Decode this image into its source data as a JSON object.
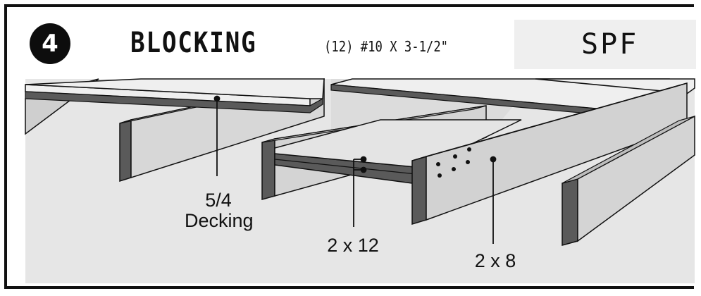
{
  "step": {
    "number": "4",
    "title": "BLOCKING",
    "fastener": "(12) #10 X 3-1/2\""
  },
  "material": "SPF",
  "callouts": {
    "decking": {
      "line1": "5/4",
      "line2": "Decking"
    },
    "blocking": "2 x 12",
    "joist": "2 x 8"
  }
}
